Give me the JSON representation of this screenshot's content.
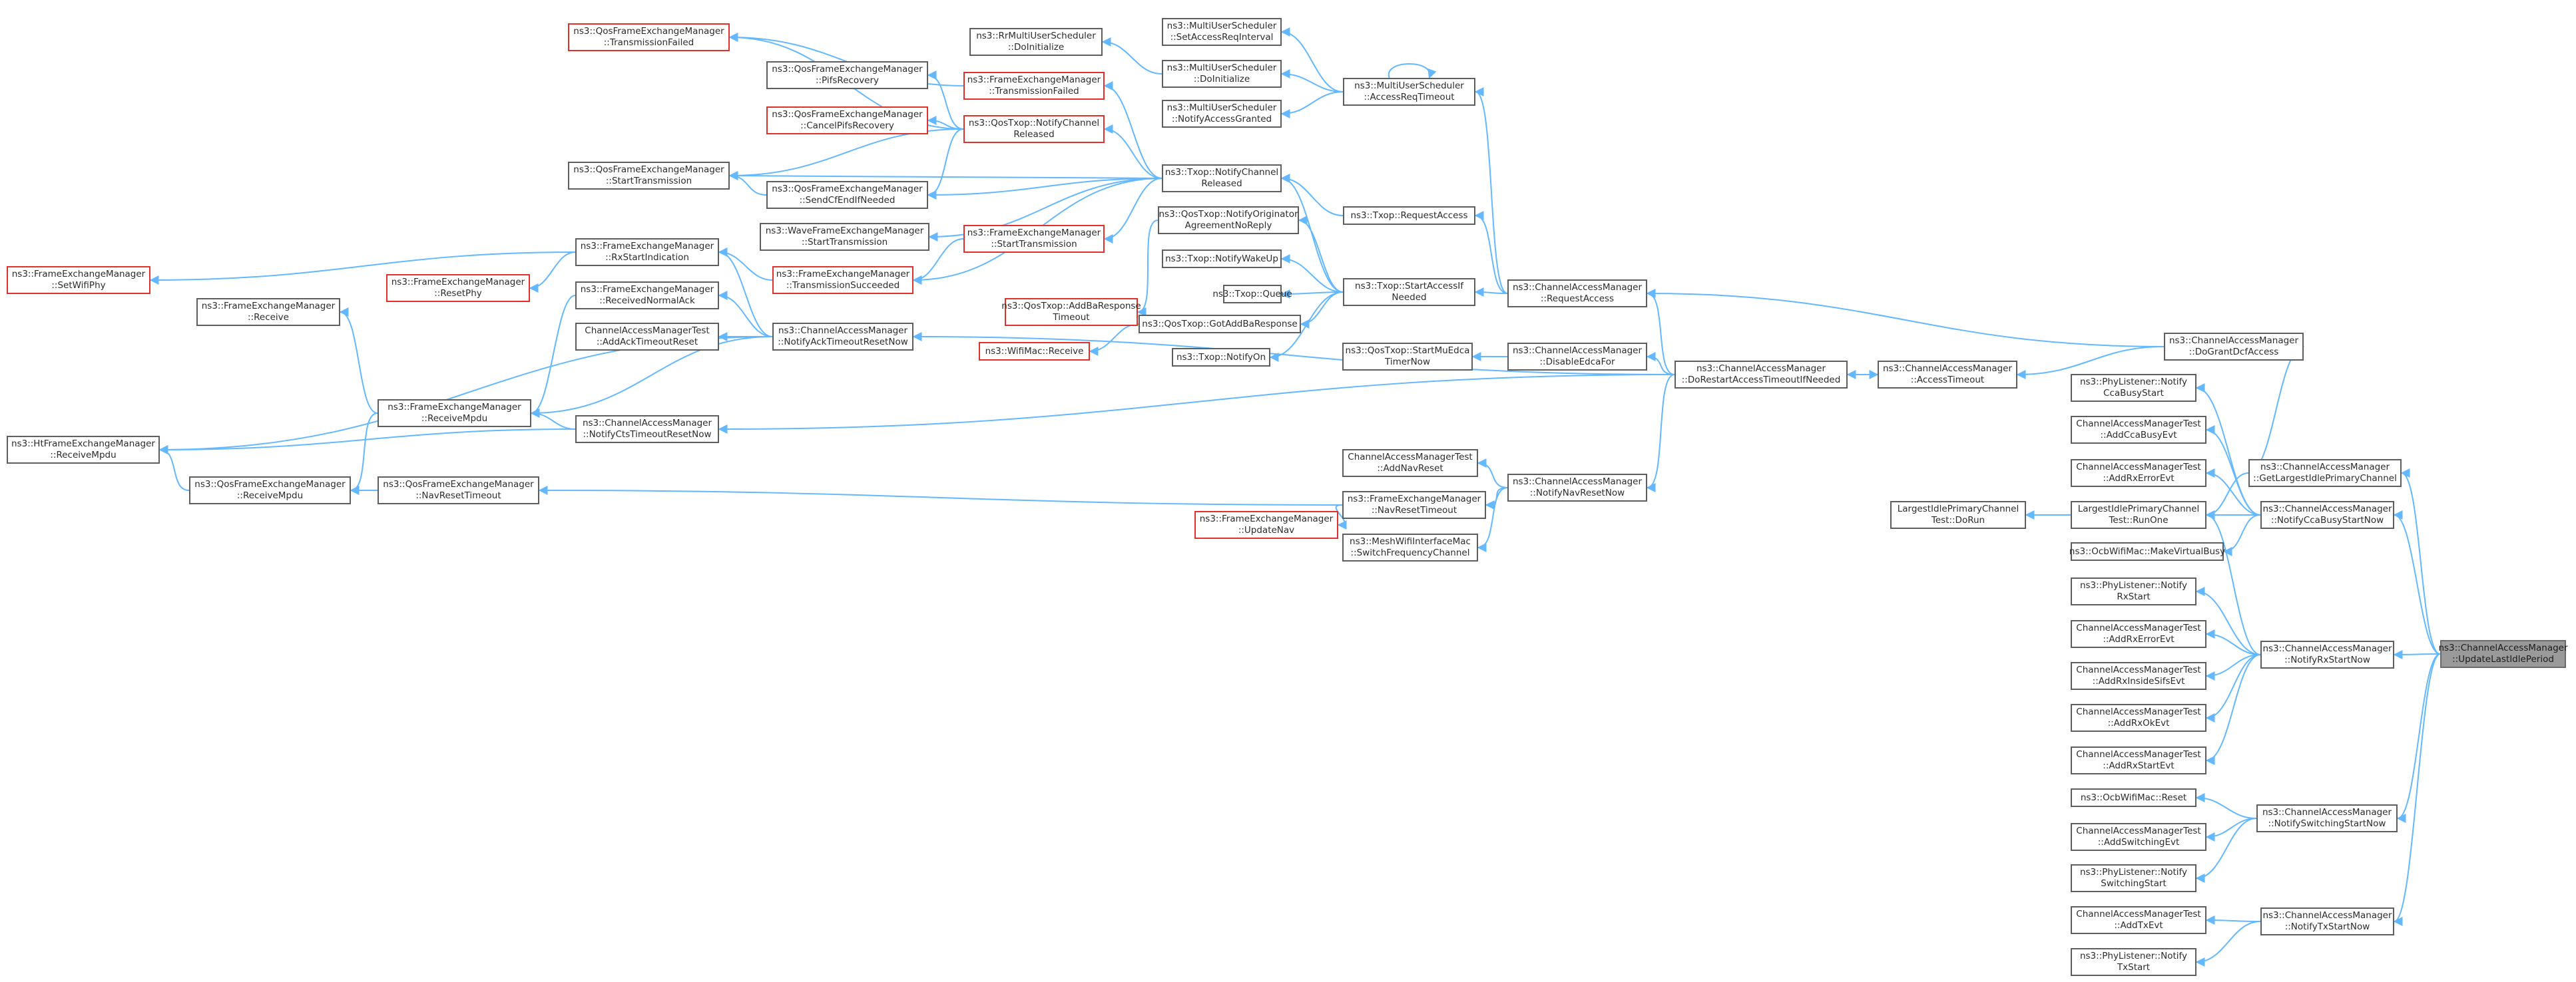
{
  "diagram": {
    "type": "doxygen-caller-graph",
    "edge_color": "#63b8ff",
    "root_fill": "#999999",
    "normal_border": "#666666",
    "truncated_border": "#ff0000",
    "nodes": [
      {
        "id": "root",
        "l1": "ns3::ChannelAccessManager",
        "l2": "::UpdateLastIdlePeriod",
        "style": "root"
      },
      {
        "id": "getlargest",
        "l1": "ns3::ChannelAccessManager",
        "l2": "::GetLargestIdlePrimaryChannel",
        "style": "normal"
      },
      {
        "id": "ccabusy",
        "l1": "ns3::ChannelAccessManager",
        "l2": "::NotifyCcaBusyStartNow",
        "style": "normal"
      },
      {
        "id": "rxstartnow",
        "l1": "ns3::ChannelAccessManager",
        "l2": "::NotifyRxStartNow",
        "style": "normal"
      },
      {
        "id": "switchingnow",
        "l1": "ns3::ChannelAccessManager",
        "l2": "::NotifySwitchingStartNow",
        "style": "normal"
      },
      {
        "id": "txstartnow",
        "l1": "ns3::ChannelAccessManager",
        "l2": "::NotifyTxStartNow",
        "style": "normal"
      },
      {
        "id": "dogrant",
        "l1": "ns3::ChannelAccessManager",
        "l2": "::DoGrantDcfAccess",
        "style": "normal"
      },
      {
        "id": "phyccabusy",
        "l1": "ns3::PhyListener::Notify",
        "l2": "CcaBusyStart",
        "style": "normal"
      },
      {
        "id": "addccabusy",
        "l1": "ChannelAccessManagerTest",
        "l2": "::AddCcaBusyEvt",
        "style": "normal"
      },
      {
        "id": "addrxerr1",
        "l1": "ChannelAccessManagerTest",
        "l2": "::AddRxErrorEvt",
        "style": "normal"
      },
      {
        "id": "lipcrun",
        "l1": "LargestIdlePrimaryChannel",
        "l2": "Test::RunOne",
        "style": "normal"
      },
      {
        "id": "lipcdorun",
        "l1": "LargestIdlePrimaryChannel",
        "l2": "Test::DoRun",
        "style": "normal"
      },
      {
        "id": "ocbbusy",
        "l1": "ns3::OcbWifiMac::MakeVirtualBusy",
        "l2": "",
        "style": "normal"
      },
      {
        "id": "phyrxstart",
        "l1": "ns3::PhyListener::Notify",
        "l2": "RxStart",
        "style": "normal"
      },
      {
        "id": "addrxerr2",
        "l1": "ChannelAccessManagerTest",
        "l2": "::AddRxErrorEvt",
        "style": "normal"
      },
      {
        "id": "addrxsifs",
        "l1": "ChannelAccessManagerTest",
        "l2": "::AddRxInsideSifsEvt",
        "style": "normal"
      },
      {
        "id": "addrxok",
        "l1": "ChannelAccessManagerTest",
        "l2": "::AddRxOkEvt",
        "style": "normal"
      },
      {
        "id": "addrxstart",
        "l1": "ChannelAccessManagerTest",
        "l2": "::AddRxStartEvt",
        "style": "normal"
      },
      {
        "id": "ocbreset",
        "l1": "ns3::OcbWifiMac::Reset",
        "l2": "",
        "style": "normal"
      },
      {
        "id": "addswitch",
        "l1": "ChannelAccessManagerTest",
        "l2": "::AddSwitchingEvt",
        "style": "normal"
      },
      {
        "id": "physwitch",
        "l1": "ns3::PhyListener::Notify",
        "l2": "SwitchingStart",
        "style": "normal"
      },
      {
        "id": "addtx",
        "l1": "ChannelAccessManagerTest",
        "l2": "::AddTxEvt",
        "style": "normal"
      },
      {
        "id": "phytx",
        "l1": "ns3::PhyListener::Notify",
        "l2": "TxStart",
        "style": "normal"
      },
      {
        "id": "acctimeout",
        "l1": "ns3::ChannelAccessManager",
        "l2": "::AccessTimeout",
        "style": "normal"
      },
      {
        "id": "dorestart",
        "l1": "ns3::ChannelAccessManager",
        "l2": "::DoRestartAccessTimeoutIfNeeded",
        "style": "normal"
      },
      {
        "id": "reqaccess",
        "l1": "ns3::ChannelAccessManager",
        "l2": "::RequestAccess",
        "style": "normal"
      },
      {
        "id": "disableedca",
        "l1": "ns3::ChannelAccessManager",
        "l2": "::DisableEdcaFor",
        "style": "normal"
      },
      {
        "id": "navresetnow",
        "l1": "ns3::ChannelAccessManager",
        "l2": "::NotifyNavResetNow",
        "style": "normal"
      },
      {
        "id": "startmuedca",
        "l1": "ns3::QosTxop::StartMuEdca",
        "l2": "TimerNow",
        "style": "normal"
      },
      {
        "id": "addnavreset",
        "l1": "ChannelAccessManagerTest",
        "l2": "::AddNavReset",
        "style": "normal"
      },
      {
        "id": "femnavreset",
        "l1": "ns3::FrameExchangeManager",
        "l2": "::NavResetTimeout",
        "style": "normal"
      },
      {
        "id": "meshswitch",
        "l1": "ns3::MeshWifiInterfaceMac",
        "l2": "::SwitchFrequencyChannel",
        "style": "normal"
      },
      {
        "id": "updatenav",
        "l1": "ns3::FrameExchangeManager",
        "l2": "::UpdateNav",
        "style": "truncated"
      },
      {
        "id": "qfemnavreset",
        "l1": "ns3::QosFrameExchangeManager",
        "l2": "::NavResetTimeout",
        "style": "normal"
      },
      {
        "id": "muaccessreq",
        "l1": "ns3::MultiUserScheduler",
        "l2": "::AccessReqTimeout",
        "style": "normal"
      },
      {
        "id": "musetint",
        "l1": "ns3::MultiUserScheduler",
        "l2": "::SetAccessReqInterval",
        "style": "normal"
      },
      {
        "id": "mudoinit",
        "l1": "ns3::MultiUserScheduler",
        "l2": "::DoInitialize",
        "style": "normal"
      },
      {
        "id": "munotify",
        "l1": "ns3::MultiUserScheduler",
        "l2": "::NotifyAccessGranted",
        "style": "normal"
      },
      {
        "id": "rrdoinit",
        "l1": "ns3::RrMultiUserScheduler",
        "l2": "::DoInitialize",
        "style": "normal"
      },
      {
        "id": "txopreq",
        "l1": "ns3::Txop::RequestAccess",
        "l2": "",
        "style": "normal"
      },
      {
        "id": "txopstart",
        "l1": "ns3::Txop::StartAccessIf",
        "l2": "Needed",
        "style": "normal"
      },
      {
        "id": "txopnotify",
        "l1": "ns3::Txop::NotifyChannel",
        "l2": "Released",
        "style": "normal"
      },
      {
        "id": "qosnotifyorig",
        "l1": "ns3::QosTxop::NotifyOriginator",
        "l2": "AgreementNoReply",
        "style": "normal"
      },
      {
        "id": "txopwake",
        "l1": "ns3::Txop::NotifyWakeUp",
        "l2": "",
        "style": "normal"
      },
      {
        "id": "txopqueue",
        "l1": "ns3::Txop::Queue",
        "l2": "",
        "style": "normal"
      },
      {
        "id": "qosgotadd",
        "l1": "ns3::QosTxop::GotAddBaResponse",
        "l2": "",
        "style": "normal"
      },
      {
        "id": "txopnotifyon",
        "l1": "ns3::Txop::NotifyOn",
        "l2": "",
        "style": "normal"
      },
      {
        "id": "qosaddbato",
        "l1": "ns3::QosTxop::AddBaResponse",
        "l2": "Timeout",
        "style": "truncated"
      },
      {
        "id": "wifimacrx",
        "l1": "ns3::WifiMac::Receive",
        "l2": "",
        "style": "truncated"
      },
      {
        "id": "qosnotifych",
        "l1": "ns3::QosTxop::NotifyChannel",
        "l2": "Released",
        "style": "truncated"
      },
      {
        "id": "femtxfail",
        "l1": "ns3::FrameExchangeManager",
        "l2": "::TransmissionFailed",
        "style": "truncated"
      },
      {
        "id": "femstarttx",
        "l1": "ns3::FrameExchangeManager",
        "l2": "::StartTransmission",
        "style": "truncated"
      },
      {
        "id": "femtxsucc",
        "l1": "ns3::FrameExchangeManager",
        "l2": "::TransmissionSucceeded",
        "style": "truncated"
      },
      {
        "id": "qfemtxfail",
        "l1": "ns3::QosFrameExchangeManager",
        "l2": "::TransmissionFailed",
        "style": "truncated"
      },
      {
        "id": "qfempifs",
        "l1": "ns3::QosFrameExchangeManager",
        "l2": "::PifsRecovery",
        "style": "normal"
      },
      {
        "id": "qfemcancel",
        "l1": "ns3::QosFrameExchangeManager",
        "l2": "::CancelPifsRecovery",
        "style": "truncated"
      },
      {
        "id": "qfemstarttx",
        "l1": "ns3::QosFrameExchangeManager",
        "l2": "::StartTransmission",
        "style": "normal"
      },
      {
        "id": "qfemsendcf",
        "l1": "ns3::QosFrameExchangeManager",
        "l2": "::SendCfEndIfNeeded",
        "style": "normal"
      },
      {
        "id": "wavestarttx",
        "l1": "ns3::WaveFrameExchangeManager",
        "l2": "::StartTransmission",
        "style": "normal"
      },
      {
        "id": "ackreset",
        "l1": "ns3::ChannelAccessManager",
        "l2": "::NotifyAckTimeoutResetNow",
        "style": "normal"
      },
      {
        "id": "ctsreset",
        "l1": "ns3::ChannelAccessManager",
        "l2": "::NotifyCtsTimeoutResetNow",
        "style": "normal"
      },
      {
        "id": "femrxstartind",
        "l1": "ns3::FrameExchangeManager",
        "l2": "::RxStartIndication",
        "style": "normal"
      },
      {
        "id": "femresetphy",
        "l1": "ns3::FrameExchangeManager",
        "l2": "::ResetPhy",
        "style": "truncated"
      },
      {
        "id": "femrecvack",
        "l1": "ns3::FrameExchangeManager",
        "l2": "::ReceivedNormalAck",
        "style": "normal"
      },
      {
        "id": "addacktoreset",
        "l1": "ChannelAccessManagerTest",
        "l2": "::AddAckTimeoutReset",
        "style": "normal"
      },
      {
        "id": "femrecvmpdu",
        "l1": "ns3::FrameExchangeManager",
        "l2": "::ReceiveMpdu",
        "style": "normal"
      },
      {
        "id": "femreceive",
        "l1": "ns3::FrameExchangeManager",
        "l2": "::Receive",
        "style": "normal"
      },
      {
        "id": "femsetphy",
        "l1": "ns3::FrameExchangeManager",
        "l2": "::SetWifiPhy",
        "style": "truncated"
      },
      {
        "id": "htrecvmpdu",
        "l1": "ns3::HtFrameExchangeManager",
        "l2": "::ReceiveMpdu",
        "style": "normal"
      },
      {
        "id": "qfemrecvmpdu",
        "l1": "ns3::QosFrameExchangeManager",
        "l2": "::ReceiveMpdu",
        "style": "normal"
      }
    ],
    "edges": [
      [
        "root",
        "getlargest"
      ],
      [
        "root",
        "ccabusy"
      ],
      [
        "root",
        "rxstartnow"
      ],
      [
        "root",
        "switchingnow"
      ],
      [
        "root",
        "txstartnow"
      ],
      [
        "getlargest",
        "dogrant"
      ],
      [
        "getlargest",
        "lipcrun"
      ],
      [
        "ccabusy",
        "phyccabusy"
      ],
      [
        "ccabusy",
        "addccabusy"
      ],
      [
        "ccabusy",
        "addrxerr1"
      ],
      [
        "ccabusy",
        "lipcrun"
      ],
      [
        "ccabusy",
        "ocbbusy"
      ],
      [
        "rxstartnow",
        "phyrxstart"
      ],
      [
        "rxstartnow",
        "addrxerr2"
      ],
      [
        "rxstartnow",
        "addrxsifs"
      ],
      [
        "rxstartnow",
        "addrxok"
      ],
      [
        "rxstartnow",
        "addrxstart"
      ],
      [
        "rxstartnow",
        "lipcrun"
      ],
      [
        "switchingnow",
        "ocbreset"
      ],
      [
        "switchingnow",
        "addswitch"
      ],
      [
        "switchingnow",
        "physwitch"
      ],
      [
        "txstartnow",
        "addtx"
      ],
      [
        "txstartnow",
        "phytx"
      ],
      [
        "lipcrun",
        "lipcdorun"
      ],
      [
        "dogrant",
        "acctimeout"
      ],
      [
        "dogrant",
        "reqaccess"
      ],
      [
        "acctimeout",
        "dorestart"
      ],
      [
        "dorestart",
        "acctimeout"
      ],
      [
        "dorestart",
        "reqaccess"
      ],
      [
        "dorestart",
        "disableedca"
      ],
      [
        "dorestart",
        "navresetnow"
      ],
      [
        "dorestart",
        "ackreset"
      ],
      [
        "dorestart",
        "ctsreset"
      ],
      [
        "reqaccess",
        "txopstart"
      ],
      [
        "reqaccess",
        "txopreq"
      ],
      [
        "reqaccess",
        "muaccessreq"
      ],
      [
        "disableedca",
        "startmuedca"
      ],
      [
        "navresetnow",
        "addnavreset"
      ],
      [
        "navresetnow",
        "femnavreset"
      ],
      [
        "navresetnow",
        "meshswitch"
      ],
      [
        "femnavreset",
        "updatenav"
      ],
      [
        "femnavreset",
        "qfemnavreset"
      ],
      [
        "qfemnavreset",
        "qfemrecvmpdu"
      ],
      [
        "muaccessreq",
        "musetint"
      ],
      [
        "muaccessreq",
        "mudoinit"
      ],
      [
        "muaccessreq",
        "munotify"
      ],
      [
        "muaccessreq",
        "muaccessreq"
      ],
      [
        "mudoinit",
        "rrdoinit"
      ],
      [
        "txopreq",
        "txopnotify"
      ],
      [
        "txopstart",
        "txopnotify"
      ],
      [
        "txopstart",
        "qosnotifyorig"
      ],
      [
        "txopstart",
        "txopwake"
      ],
      [
        "txopstart",
        "txopqueue"
      ],
      [
        "txopstart",
        "qosgotadd"
      ],
      [
        "txopstart",
        "txopnotifyon"
      ],
      [
        "qosnotifyorig",
        "qosaddbato"
      ],
      [
        "qosgotadd",
        "wifimacrx"
      ],
      [
        "txopnotify",
        "qosnotifych"
      ],
      [
        "txopnotify",
        "femtxfail"
      ],
      [
        "txopnotify",
        "qfemstarttx"
      ],
      [
        "txopnotify",
        "qfemsendcf"
      ],
      [
        "txopnotify",
        "wavestarttx"
      ],
      [
        "txopnotify",
        "femstarttx"
      ],
      [
        "txopnotify",
        "femtxsucc"
      ],
      [
        "qosnotifych",
        "qfemtxfail"
      ],
      [
        "qosnotifych",
        "qfempifs"
      ],
      [
        "qosnotifych",
        "qfemcancel"
      ],
      [
        "qosnotifych",
        "qfemstarttx"
      ],
      [
        "qosnotifych",
        "qfemsendcf"
      ],
      [
        "femtxfail",
        "qfemtxfail"
      ],
      [
        "qfemsendcf",
        "qfemstarttx"
      ],
      [
        "femstarttx",
        "femtxsucc"
      ],
      [
        "femtxsucc",
        "femrxstartind"
      ],
      [
        "femrxstartind",
        "femsetphy"
      ],
      [
        "femrxstartind",
        "femresetphy"
      ],
      [
        "ackreset",
        "femrxstartind"
      ],
      [
        "ackreset",
        "femrecvack"
      ],
      [
        "ackreset",
        "addacktoreset"
      ],
      [
        "ackreset",
        "femrecvmpdu"
      ],
      [
        "ackreset",
        "htrecvmpdu"
      ],
      [
        "ctsreset",
        "femrecvmpdu"
      ],
      [
        "ctsreset",
        "htrecvmpdu"
      ],
      [
        "femrecvack",
        "femrecvmpdu"
      ],
      [
        "femrecvmpdu",
        "femreceive"
      ],
      [
        "femrecvmpdu",
        "qfemrecvmpdu"
      ],
      [
        "qfemrecvmpdu",
        "htrecvmpdu"
      ]
    ]
  }
}
